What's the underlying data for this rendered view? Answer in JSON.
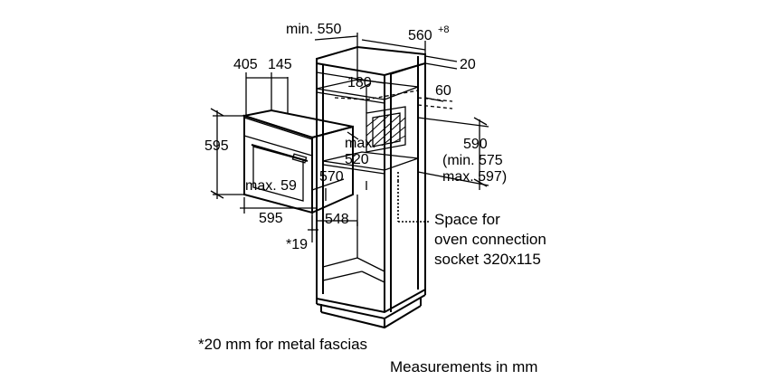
{
  "dimensions": {
    "cabinet_depth_min": "min. 550",
    "cabinet_width": "560",
    "cabinet_width_tolerance": "+8",
    "cabinet_offset": "20",
    "oven_depth_405": "405",
    "oven_depth_145": "145",
    "cutout_180": "180",
    "cutout_60": "60",
    "oven_height": "595",
    "max_520_a": "max.",
    "max_520_b": "520",
    "oven_570": "570",
    "niche_590": "590",
    "niche_min": "(min. 575",
    "niche_max": "max. 597)",
    "max_59": "max. 59",
    "oven_width": "595",
    "oven_548": "548",
    "fascia_19": "*19"
  },
  "notes": {
    "socket_line1": "Space for",
    "socket_line2": "oven connection",
    "socket_line3": "socket 320x115",
    "fascia_note": "*20 mm for metal fascias",
    "units": "Measurements in mm"
  }
}
